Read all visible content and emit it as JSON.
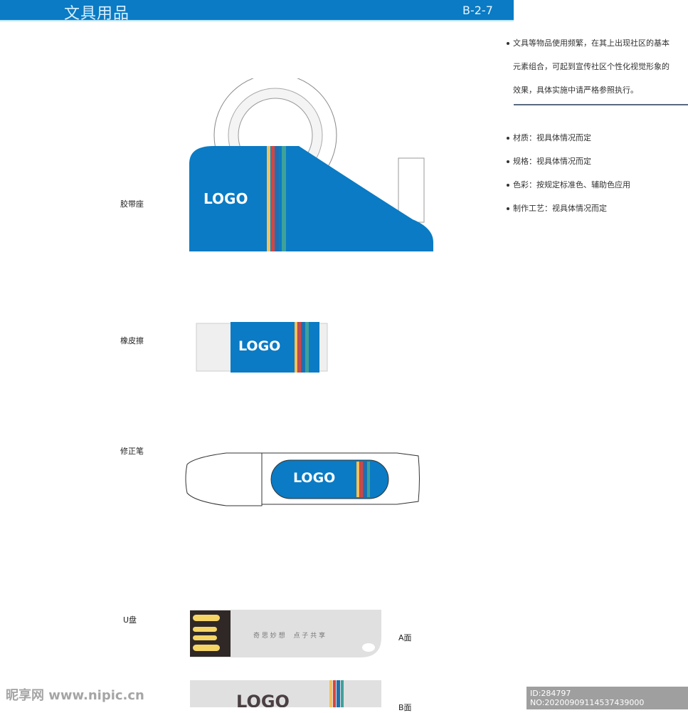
{
  "header": {
    "title": "文具用品",
    "code": "B-2-7"
  },
  "intro": [
    "文具等物品使用频繁，在其上出现社区的基本",
    "元素组合，可起到宣传社区个性化视觉形象的",
    "效果，具体实施中请严格参照执行。"
  ],
  "specs": [
    "材质：视具体情况而定",
    "规格：视具体情况而定",
    "色彩：按规定标准色、辅助色应用",
    "制作工艺：视具体情况而定"
  ],
  "items": {
    "tape": "胶带座",
    "eraser": "橡皮擦",
    "corrector": "修正笔",
    "usb": "U盘"
  },
  "usb": {
    "slogan": "奇 思 妙 想　 点 子 共 享",
    "side_a": "A面",
    "side_b": "B面"
  },
  "logo": "LOGO",
  "colors": {
    "brand": "#0a7bc4",
    "stripes": [
      "#f5c15a",
      "#d9443f",
      "#1f6fb0",
      "#3fa19a"
    ]
  },
  "watermark": {
    "site": "昵享网 www.nipic.cn",
    "id": "ID:284797 NO:20200909114537439000"
  }
}
